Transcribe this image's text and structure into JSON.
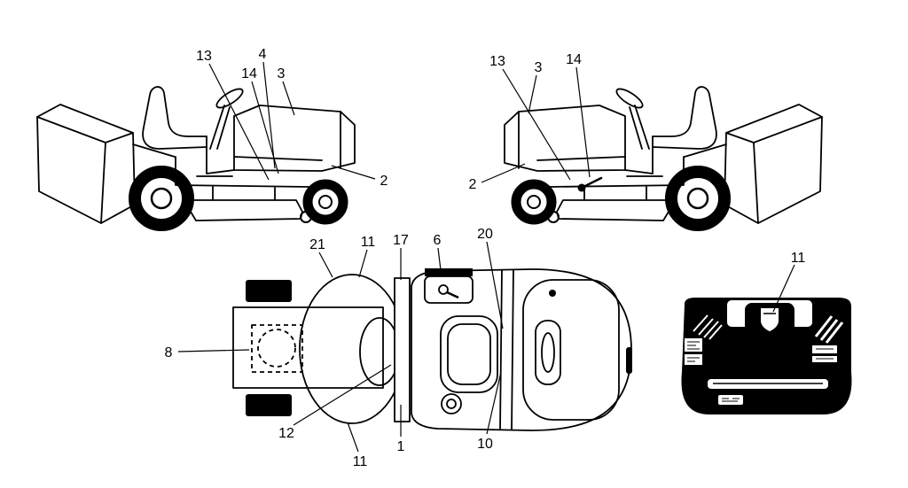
{
  "figure": {
    "background_color": "#ffffff",
    "line_color": "#000000",
    "silhouette_fill": "#000000"
  },
  "callouts": {
    "side_left": [
      {
        "label": "13"
      },
      {
        "label": "4"
      },
      {
        "label": "14"
      },
      {
        "label": "3"
      },
      {
        "label": "2"
      }
    ],
    "side_right": [
      {
        "label": "13"
      },
      {
        "label": "3"
      },
      {
        "label": "14"
      },
      {
        "label": "2"
      }
    ],
    "top": [
      {
        "label": "21"
      },
      {
        "label": "11"
      },
      {
        "label": "17"
      },
      {
        "label": "6"
      },
      {
        "label": "20"
      },
      {
        "label": "8"
      },
      {
        "label": "12"
      },
      {
        "label": "11"
      },
      {
        "label": "1"
      },
      {
        "label": "10"
      }
    ],
    "rear": [
      {
        "label": "11"
      }
    ]
  }
}
